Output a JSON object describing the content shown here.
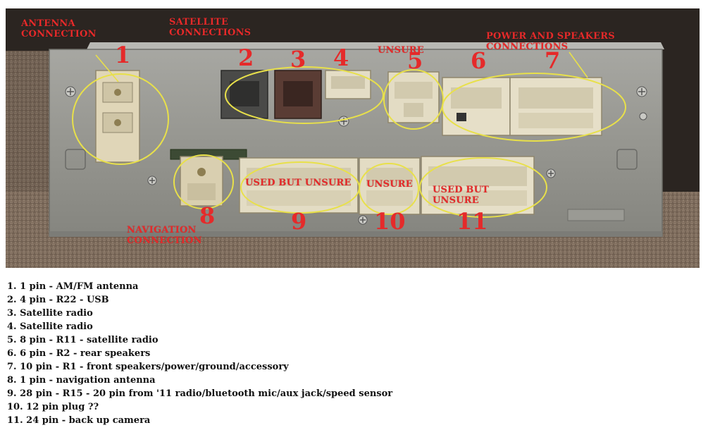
{
  "colors": {
    "annotation": "#e52a2a",
    "highlight": "#e8e04a",
    "text": "#111111"
  },
  "labels": {
    "antenna": "ANTENNA\nCONNECTION",
    "satellite": "SATELLITE\nCONNECTIONS",
    "unsure_top": "UNSURE",
    "power": "POWER AND SPEAKERS\nCONNECTIONS",
    "used_unsure_9": "USED BUT UNSURE",
    "unsure_10": "UNSURE",
    "used_unsure_11": "USED BUT\nUNSURE",
    "navigation": "NAVIGATION\nCONNECTION"
  },
  "numbers": [
    "1",
    "2",
    "3",
    "4",
    "5",
    "6",
    "7",
    "8",
    "9",
    "10",
    "11"
  ],
  "legend": [
    "1. 1 pin - AM/FM antenna",
    "2. 4 pin - R22 - USB",
    "3. Satellite radio",
    "4. Satellite radio",
    "5. 8 pin - R11 - satellite radio",
    "6. 6 pin - R2 - rear speakers",
    "7. 10 pin - R1 - front speakers/power/ground/accessory",
    "8. 1 pin - navigation antenna",
    "9. 28 pin - R15 - 20 pin from '11 radio/bluetooth mic/aux jack/speed sensor",
    "10. 12 pin plug ??",
    "11. 24 pin - back up camera"
  ]
}
